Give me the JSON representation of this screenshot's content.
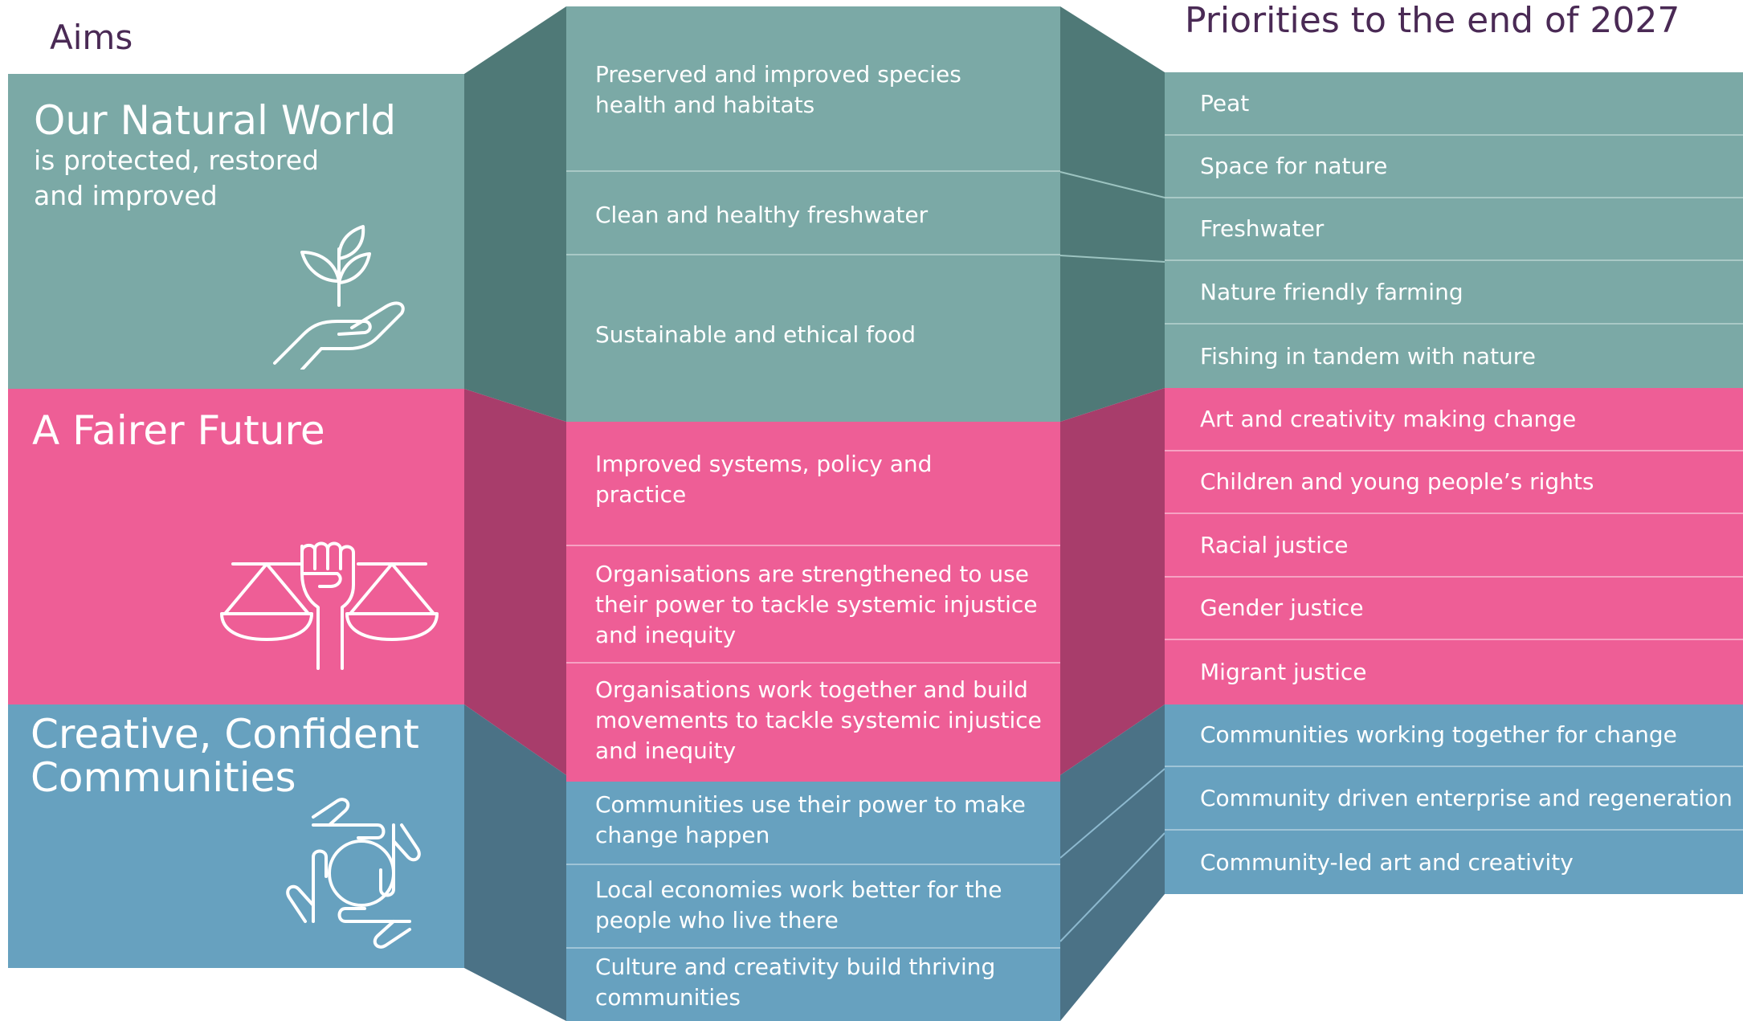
{
  "headers": {
    "aims": "Aims",
    "priorities": "Priorities to the end of 2027"
  },
  "colors": {
    "teal": "#7ba9a6",
    "teal_dark": "#4f7977",
    "pink": "#ee5e96",
    "pink_dark": "#a83d6b",
    "blue": "#67a1bf",
    "blue_dark": "#4b7286"
  },
  "aims": [
    {
      "title": "Our Natural World",
      "subtitle_line1": "is protected, restored",
      "subtitle_line2": "and improved",
      "icon": "plant-in-hand-icon"
    },
    {
      "title": "A Fairer Future",
      "icon": "scales-fist-icon"
    },
    {
      "title_line1": "Creative, Confident",
      "title_line2": "Communities",
      "icon": "linked-hands-icon"
    }
  ],
  "outcomes": [
    {
      "line1": "Preserved and improved species",
      "line2": "health and habitats"
    },
    {
      "line1": "Clean and healthy freshwater"
    },
    {
      "line1": "Sustainable and ethical food"
    },
    {
      "line1": "Improved systems, policy and",
      "line2": "practice"
    },
    {
      "line1": "Organisations are strengthened to use",
      "line2": "their power to tackle systemic injustice",
      "line3": "and inequity"
    },
    {
      "line1": "Organisations work together and build",
      "line2": "movements to tackle systemic injustice",
      "line3": "and inequity"
    },
    {
      "line1": "Communities use their power to make",
      "line2": "change happen"
    },
    {
      "line1": "Local economies work better for the",
      "line2": "people who live there"
    },
    {
      "line1": "Culture and creativity build thriving",
      "line2": "communities"
    }
  ],
  "priorities": [
    "Peat",
    "Space for nature",
    "Freshwater",
    "Nature friendly farming",
    "Fishing in tandem with nature",
    "Art and creativity making change",
    "Children and young people’s rights",
    "Racial justice",
    "Gender justice",
    "Migrant justice",
    "Communities working together for change",
    "Community driven enterprise and regeneration",
    "Community-led art and creativity"
  ]
}
